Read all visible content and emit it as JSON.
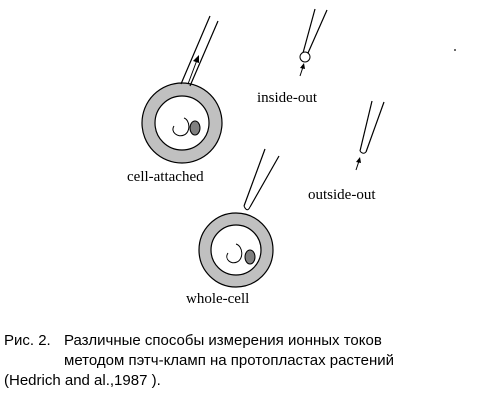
{
  "diagram": {
    "labels": {
      "inside_out": "inside-out",
      "cell_attached": "cell-attached",
      "outside_out": "outside-out",
      "whole_cell": "whole-cell"
    },
    "colors": {
      "cell_wall": "#c0c0c0",
      "nucleus": "#808080",
      "outline": "#000000"
    }
  },
  "caption": {
    "figure_number": "Рис. 2.",
    "line1": "Различные способы измерения ионных токов",
    "line2": "методом  пэтч-кламп на протопластах растений",
    "line3": "(Hedrich and al.,1987 )."
  }
}
